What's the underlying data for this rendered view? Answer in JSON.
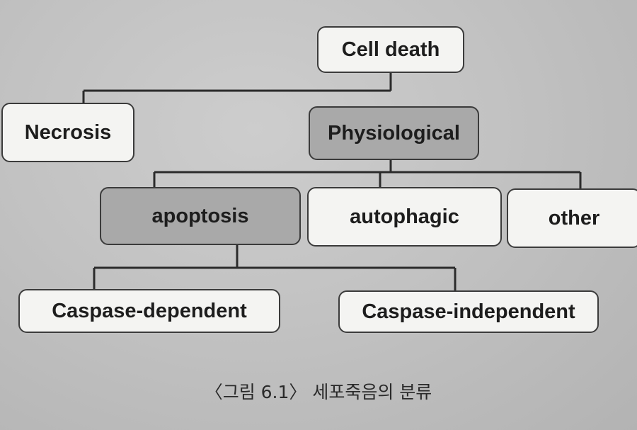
{
  "diagram": {
    "root": {
      "label": "Cell death"
    },
    "level1": {
      "necrosis": {
        "label": "Necrosis"
      },
      "physiological": {
        "label": "Physiological"
      }
    },
    "level2": {
      "apoptosis": {
        "label": "apoptosis"
      },
      "autophagic": {
        "label": "autophagic"
      },
      "other": {
        "label": "other"
      }
    },
    "level3": {
      "caspase_dependent": {
        "label": "Caspase-dependent"
      },
      "caspase_independent": {
        "label": "Caspase-independent"
      }
    }
  },
  "caption": {
    "text": "〈그림 6.1〉 세포죽음의 분류"
  }
}
